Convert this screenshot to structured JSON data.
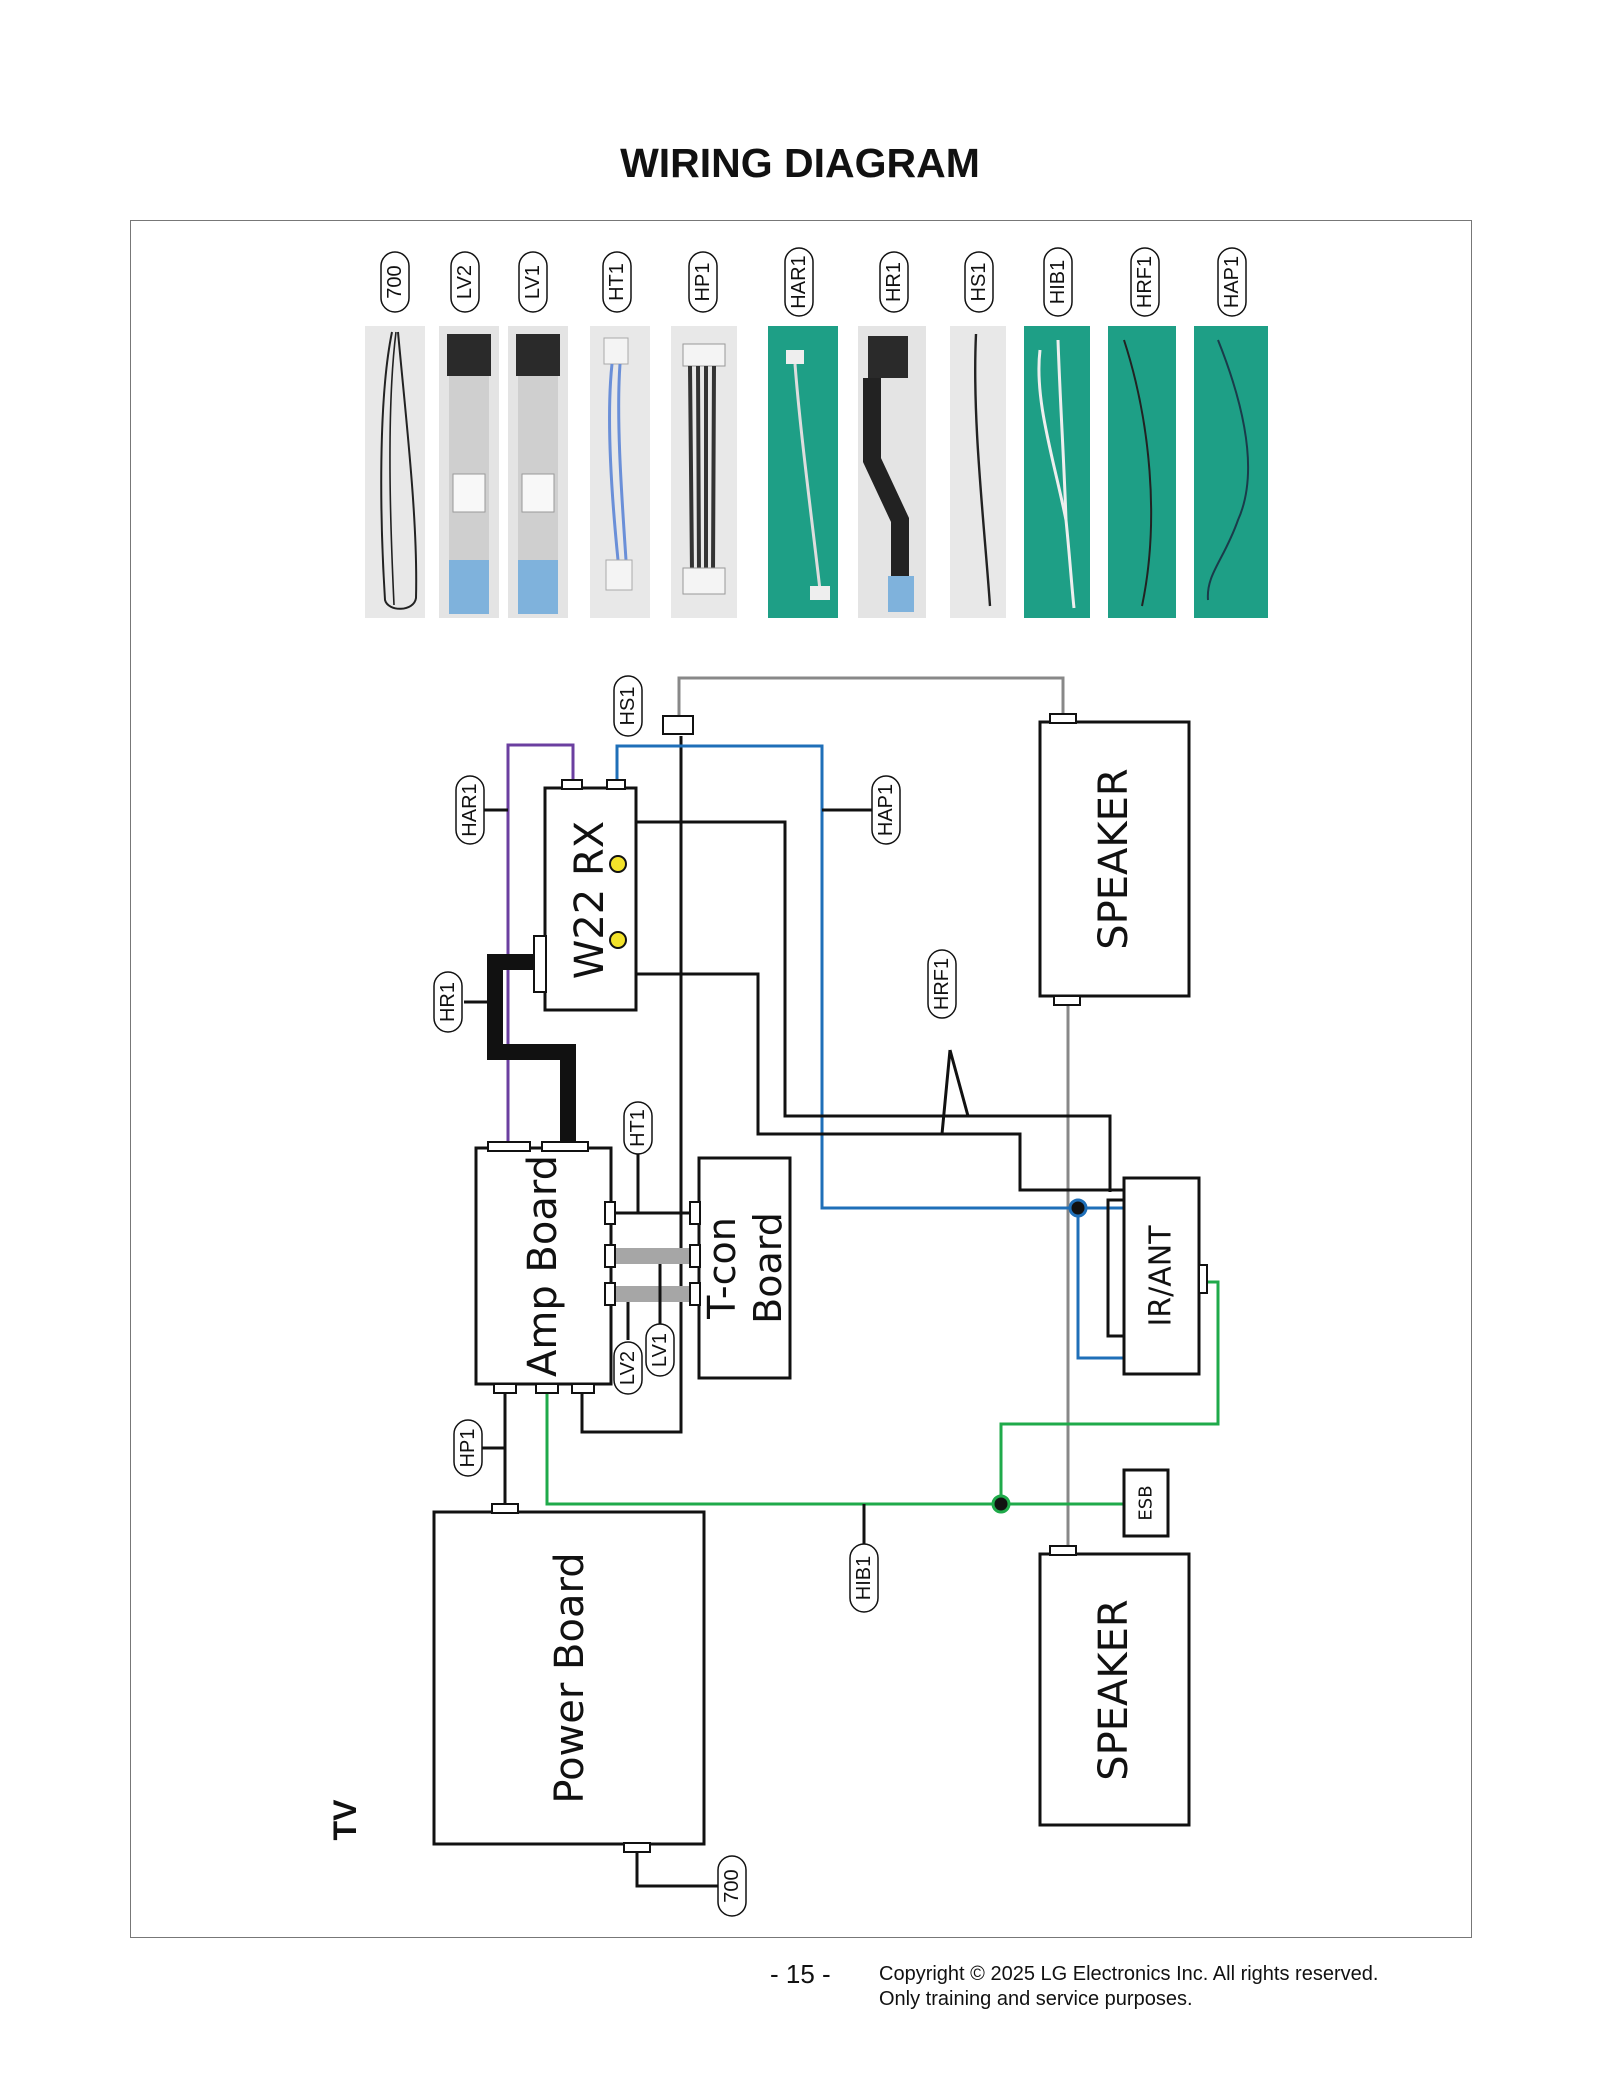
{
  "title": "WIRING DIAGRAM",
  "cable_legend": [
    "700",
    "LV2",
    "LV1",
    "HT1",
    "HP1",
    "HAR1",
    "HR1",
    "HS1",
    "HIB1",
    "HRF1",
    "HAP1"
  ],
  "blocks": {
    "w22rx": "W22 RX",
    "amp": "Amp Board",
    "tcon_1": "T-con",
    "tcon_2": "Board",
    "power": "Power Board",
    "speaker_top": "SPEAKER",
    "speaker_bottom": "SPEAKER",
    "irant": "IR/ANT",
    "esb": "ESB",
    "tv": "TV"
  },
  "cable_tags": {
    "hs1": "HS1",
    "har1": "HAR1",
    "hap1": "HAP1",
    "hr1": "HR1",
    "hrf1": "HRF1",
    "ht1": "HT1",
    "lv2": "LV2",
    "lv1": "LV1",
    "hp1": "HP1",
    "hib1": "HIB1",
    "c700": "700"
  },
  "wire_colors": {
    "black": "#111111",
    "purple": "#6b3fa0",
    "blue": "#1f6fb8",
    "green": "#1faa4a",
    "gray": "#888888",
    "ribbon": "#a6a6a6"
  },
  "photo_colors": {
    "white_bg": "#e6e6e6",
    "teal_bg": "#1e9f86",
    "ffc_blue": "#7fb2dc"
  },
  "footer": {
    "page": "- 15 -",
    "copyright_1": "Copyright © 2025 LG Electronics Inc. All rights reserved.",
    "copyright_2": "Only training and service purposes."
  }
}
